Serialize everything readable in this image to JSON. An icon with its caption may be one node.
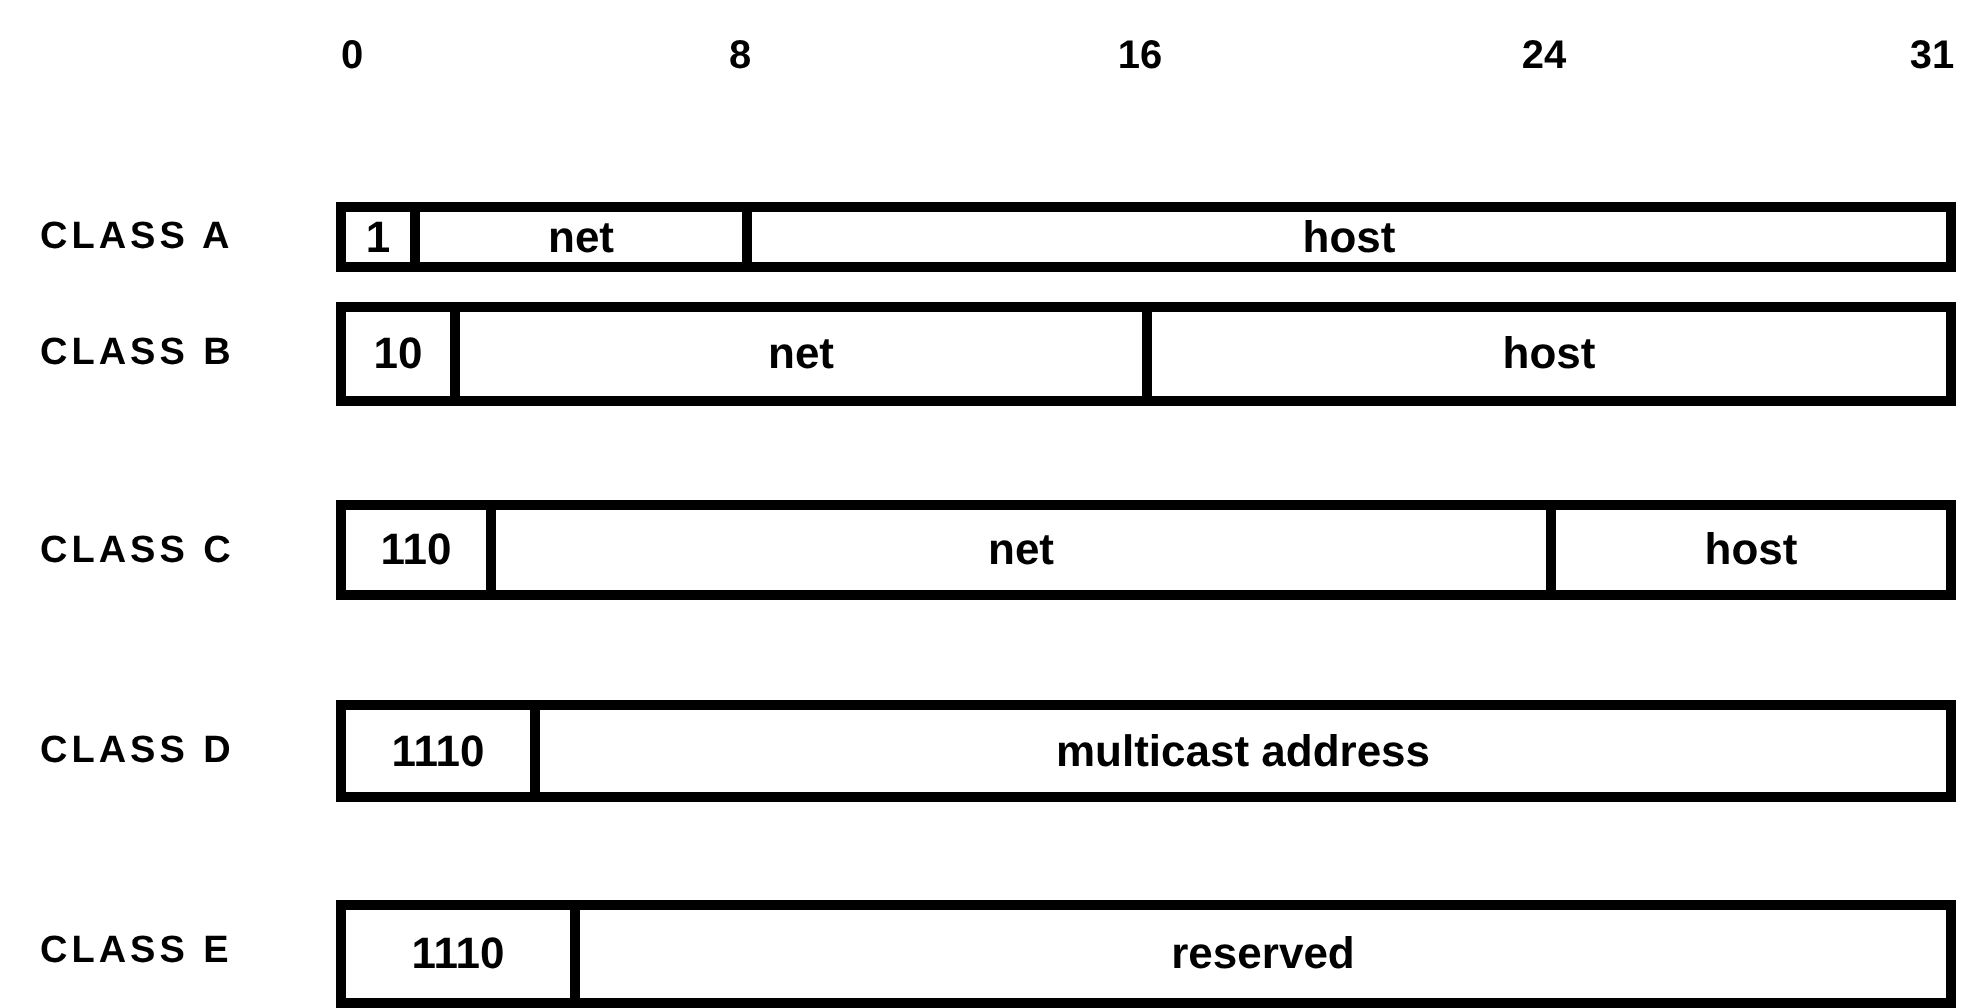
{
  "diagram": {
    "nodes": [
      {
        "text": [
          "1"
        ]
      },
      {
        "text": [
          "net"
        ]
      },
      {
        "text": [
          "host"
        ]
      },
      {
        "text": [
          "10"
        ]
      },
      {
        "text": [
          "net"
        ]
      },
      {
        "text": [
          "host"
        ]
      },
      {
        "text": [
          "110"
        ]
      },
      {
        "text": [
          "net"
        ]
      },
      {
        "text": [
          "host"
        ]
      },
      {
        "text": [
          "1110"
        ]
      },
      {
        "text": [
          "multicast address"
        ]
      },
      {
        "text": [
          "1110"
        ]
      },
      {
        "text": [
          "reserved"
        ]
      }
    ],
    "labels": [
      "0",
      "8",
      "16",
      "24",
      "31",
      "CLASS A",
      "CLASS B",
      "CLASS C",
      "CLASS D",
      "CLASS E"
    ]
  }
}
